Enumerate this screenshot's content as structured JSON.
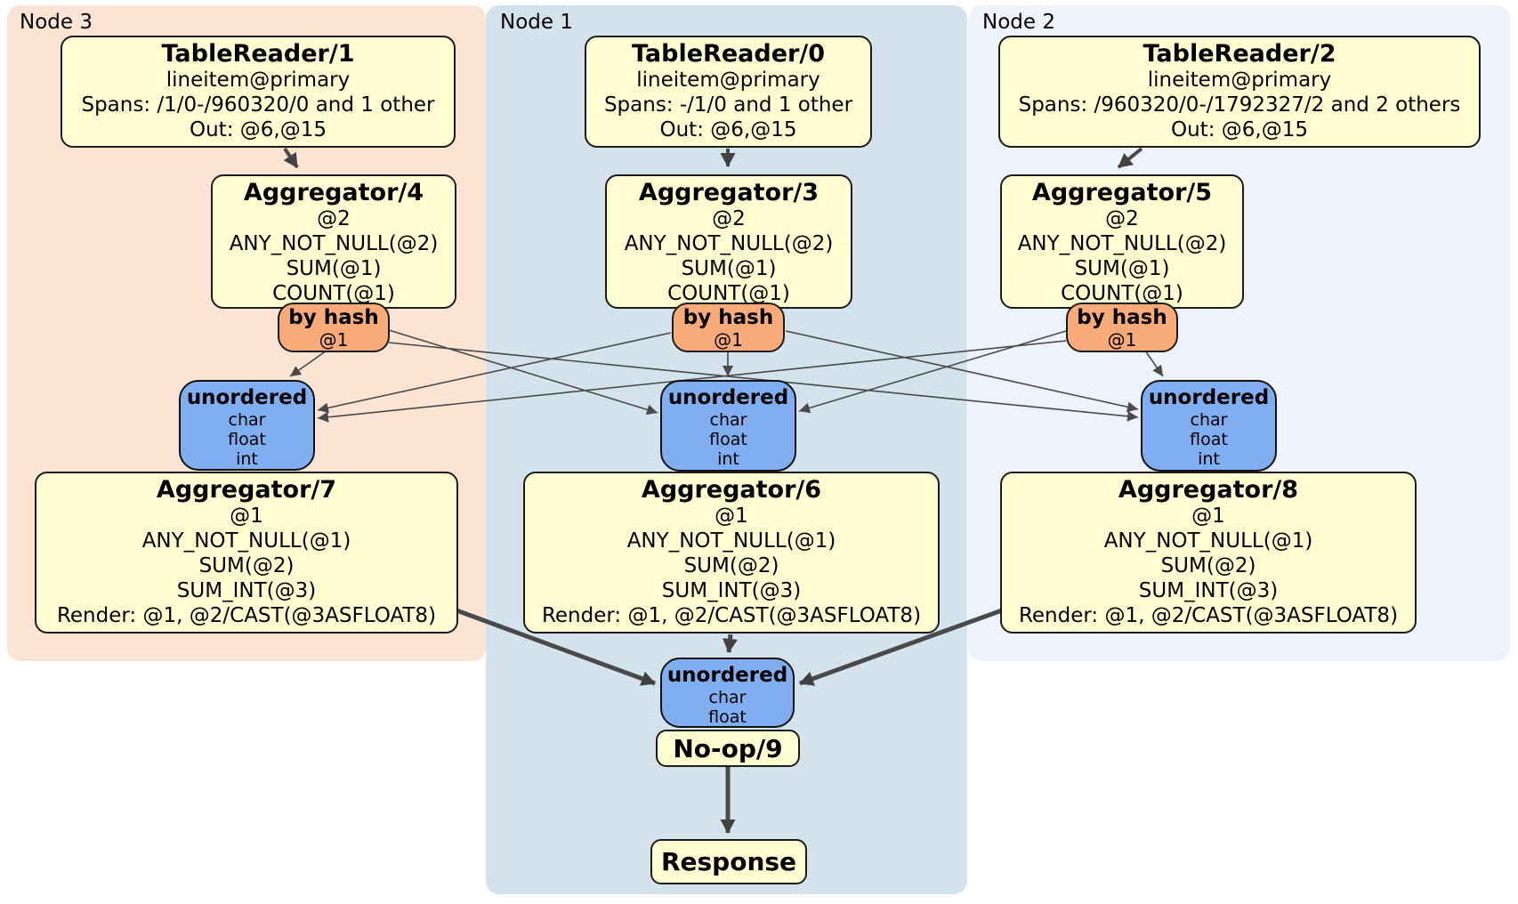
{
  "colors": {
    "panel_node3": "#fce4d4",
    "panel_node1": "#d4e2ec",
    "panel_node2": "#eef2fb",
    "processor_box": "#ffffd2",
    "router_box": "#f8ab78",
    "sync_box": "#80aef0",
    "edge": "#4a4a4a",
    "border": "#1c1c1c"
  },
  "nodes": [
    {
      "label": "Node 3",
      "table_reader": {
        "title": "TableReader/1",
        "lines": [
          "lineitem@primary",
          "Spans: /1/0-/960320/0 and 1 other",
          "Out: @6,@15"
        ]
      },
      "aggregator_top": {
        "title": "Aggregator/4",
        "lines": [
          "@2",
          "ANY_NOT_NULL(@2)",
          "SUM(@1)",
          "COUNT(@1)"
        ]
      },
      "router": {
        "title": "by hash",
        "lines": [
          "@1"
        ]
      },
      "sync": {
        "title": "unordered",
        "lines": [
          "char",
          "float",
          "int"
        ]
      },
      "aggregator_bottom": {
        "title": "Aggregator/7",
        "lines": [
          "@1",
          "ANY_NOT_NULL(@1)",
          "SUM(@2)",
          "SUM_INT(@3)",
          "Render: @1, @2/CAST(@3ASFLOAT8)"
        ]
      }
    },
    {
      "label": "Node 1",
      "table_reader": {
        "title": "TableReader/0",
        "lines": [
          "lineitem@primary",
          "Spans: -/1/0 and 1 other",
          "Out: @6,@15"
        ]
      },
      "aggregator_top": {
        "title": "Aggregator/3",
        "lines": [
          "@2",
          "ANY_NOT_NULL(@2)",
          "SUM(@1)",
          "COUNT(@1)"
        ]
      },
      "router": {
        "title": "by hash",
        "lines": [
          "@1"
        ]
      },
      "sync": {
        "title": "unordered",
        "lines": [
          "char",
          "float",
          "int"
        ]
      },
      "aggregator_bottom": {
        "title": "Aggregator/6",
        "lines": [
          "@1",
          "ANY_NOT_NULL(@1)",
          "SUM(@2)",
          "SUM_INT(@3)",
          "Render: @1, @2/CAST(@3ASFLOAT8)"
        ]
      }
    },
    {
      "label": "Node 2",
      "table_reader": {
        "title": "TableReader/2",
        "lines": [
          "lineitem@primary",
          "Spans: /960320/0-/1792327/2 and 2 others",
          "Out: @6,@15"
        ]
      },
      "aggregator_top": {
        "title": "Aggregator/5",
        "lines": [
          "@2",
          "ANY_NOT_NULL(@2)",
          "SUM(@1)",
          "COUNT(@1)"
        ]
      },
      "router": {
        "title": "by hash",
        "lines": [
          "@1"
        ]
      },
      "sync": {
        "title": "unordered",
        "lines": [
          "char",
          "float",
          "int"
        ]
      },
      "aggregator_bottom": {
        "title": "Aggregator/8",
        "lines": [
          "@1",
          "ANY_NOT_NULL(@1)",
          "SUM(@2)",
          "SUM_INT(@3)",
          "Render: @1, @2/CAST(@3ASFLOAT8)"
        ]
      }
    }
  ],
  "final": {
    "sync": {
      "title": "unordered",
      "lines": [
        "char",
        "float"
      ]
    },
    "noop": {
      "title": "No-op/9"
    },
    "response": {
      "title": "Response"
    }
  }
}
